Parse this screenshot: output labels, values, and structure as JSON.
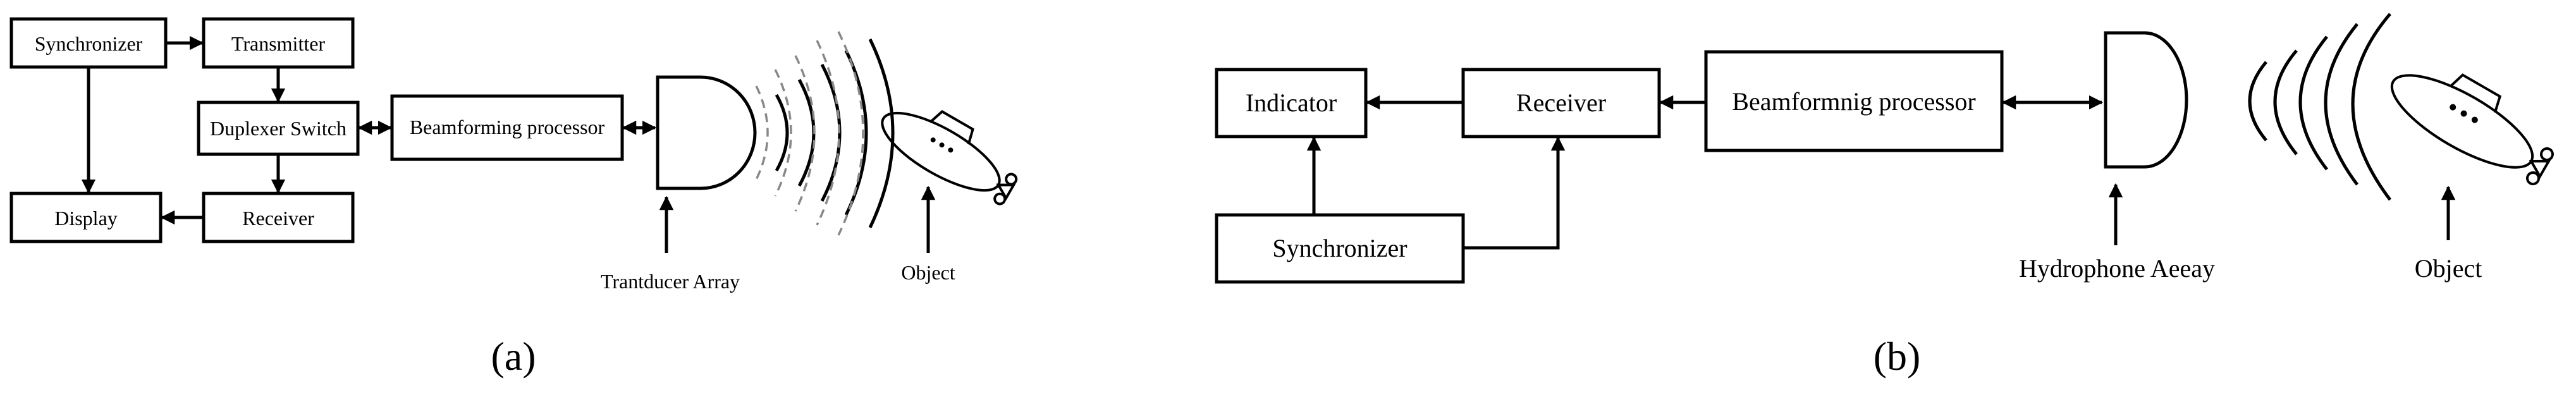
{
  "panel_a": {
    "label": "(a)",
    "blocks": {
      "synchronizer": "Synchronizer",
      "transmitter": "Transmitter",
      "duplexer_switch": "Duplexer Switch",
      "beamforming_processor": "Beamforming processor",
      "display": "Display",
      "receiver": "Receiver"
    },
    "captions": {
      "array": "Trantducer Array",
      "object": "Object"
    }
  },
  "panel_b": {
    "label": "(b)",
    "blocks": {
      "indicator": "Indicator",
      "receiver": "Receiver",
      "beamforming_processor": "Beamformnig processor",
      "synchronizer": "Synchronizer"
    },
    "captions": {
      "array": "Hydrophone Aeeay",
      "object": "Object"
    }
  }
}
